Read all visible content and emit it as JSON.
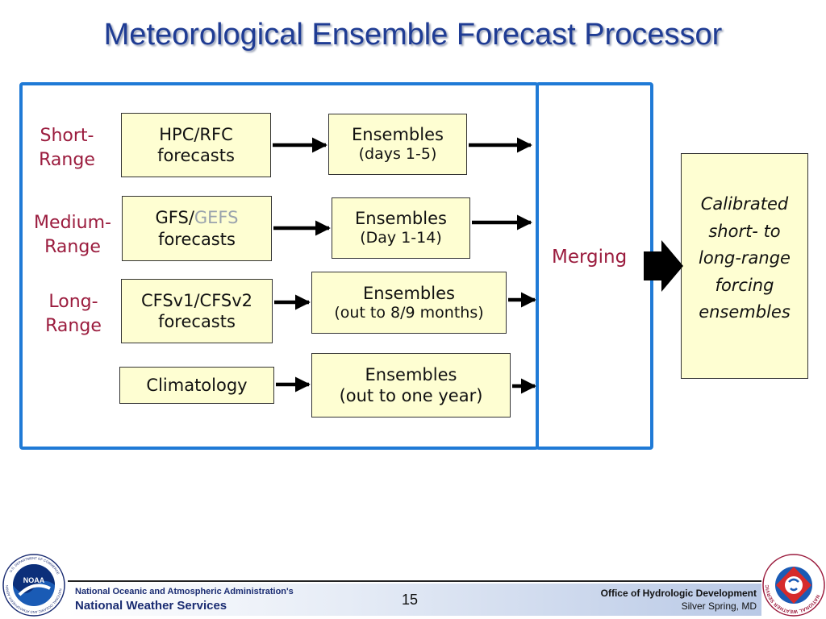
{
  "title": "Meteorological Ensemble Forecast Processor",
  "ranges": {
    "short": [
      "Short-",
      "Range"
    ],
    "medium": [
      "Medium-",
      "Range"
    ],
    "long": [
      "Long-",
      "Range"
    ]
  },
  "sources": {
    "hpc": [
      "HPC/RFC",
      "forecasts"
    ],
    "gfs_prefix": "GFS/",
    "gfs_highlight": "GEFS",
    "gfs_line2": "forecasts",
    "cfs": [
      "CFSv1/CFSv2",
      "forecasts"
    ],
    "climatology": "Climatology"
  },
  "ensembles": {
    "short": [
      "Ensembles",
      "(days 1-5)"
    ],
    "medium": [
      "Ensembles",
      "(Day 1-14)"
    ],
    "long": [
      "Ensembles",
      "(out to 8/9 months)"
    ],
    "clim": [
      "Ensembles",
      "(out to one year)"
    ]
  },
  "merging": "Merging",
  "output": [
    "Calibrated",
    "short- to",
    "long-range",
    "forcing",
    "ensembles"
  ],
  "footer": {
    "org_line1": "National Oceanic and Atmospheric Administration's",
    "org_line2": "National Weather Services",
    "page_number": "15",
    "office": "Office of Hydrologic Development",
    "location": "Silver Spring, MD"
  },
  "logos": {
    "noaa": "NOAA",
    "noaa_ring": "NATIONAL OCEANIC AND ATMOSPHERIC ADMINISTRATION",
    "noaa_ring_bottom": "U.S. DEPARTMENT OF COMMERCE",
    "nws_ring": "NATIONAL WEATHER SERVICE"
  },
  "colors": {
    "title": "#1f3c94",
    "panel_border": "#1f7ad6",
    "box_fill": "#fefed2",
    "label": "#9b1c3e",
    "gefs": "#9aa3ad"
  }
}
